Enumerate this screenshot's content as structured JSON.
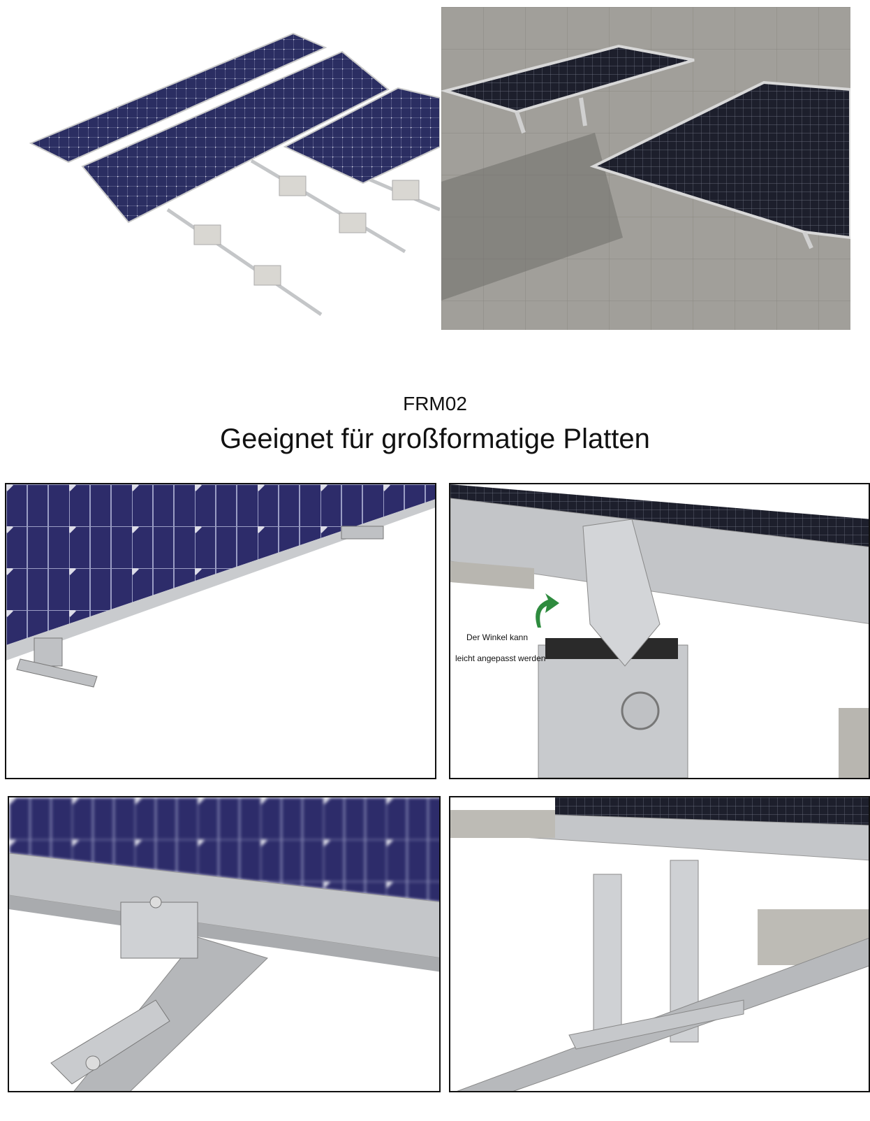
{
  "header": {
    "model": "FRM02",
    "subtitle": "Geeignet für großformatige Platten"
  },
  "annotation": {
    "line1": "Der Winkel kann",
    "line2": "leicht angepasst werden"
  },
  "colors": {
    "panel": "#2b2e62",
    "frame": "#b9bcc0",
    "arrow": "#2e8b3e",
    "roof": "#9c9a95"
  }
}
